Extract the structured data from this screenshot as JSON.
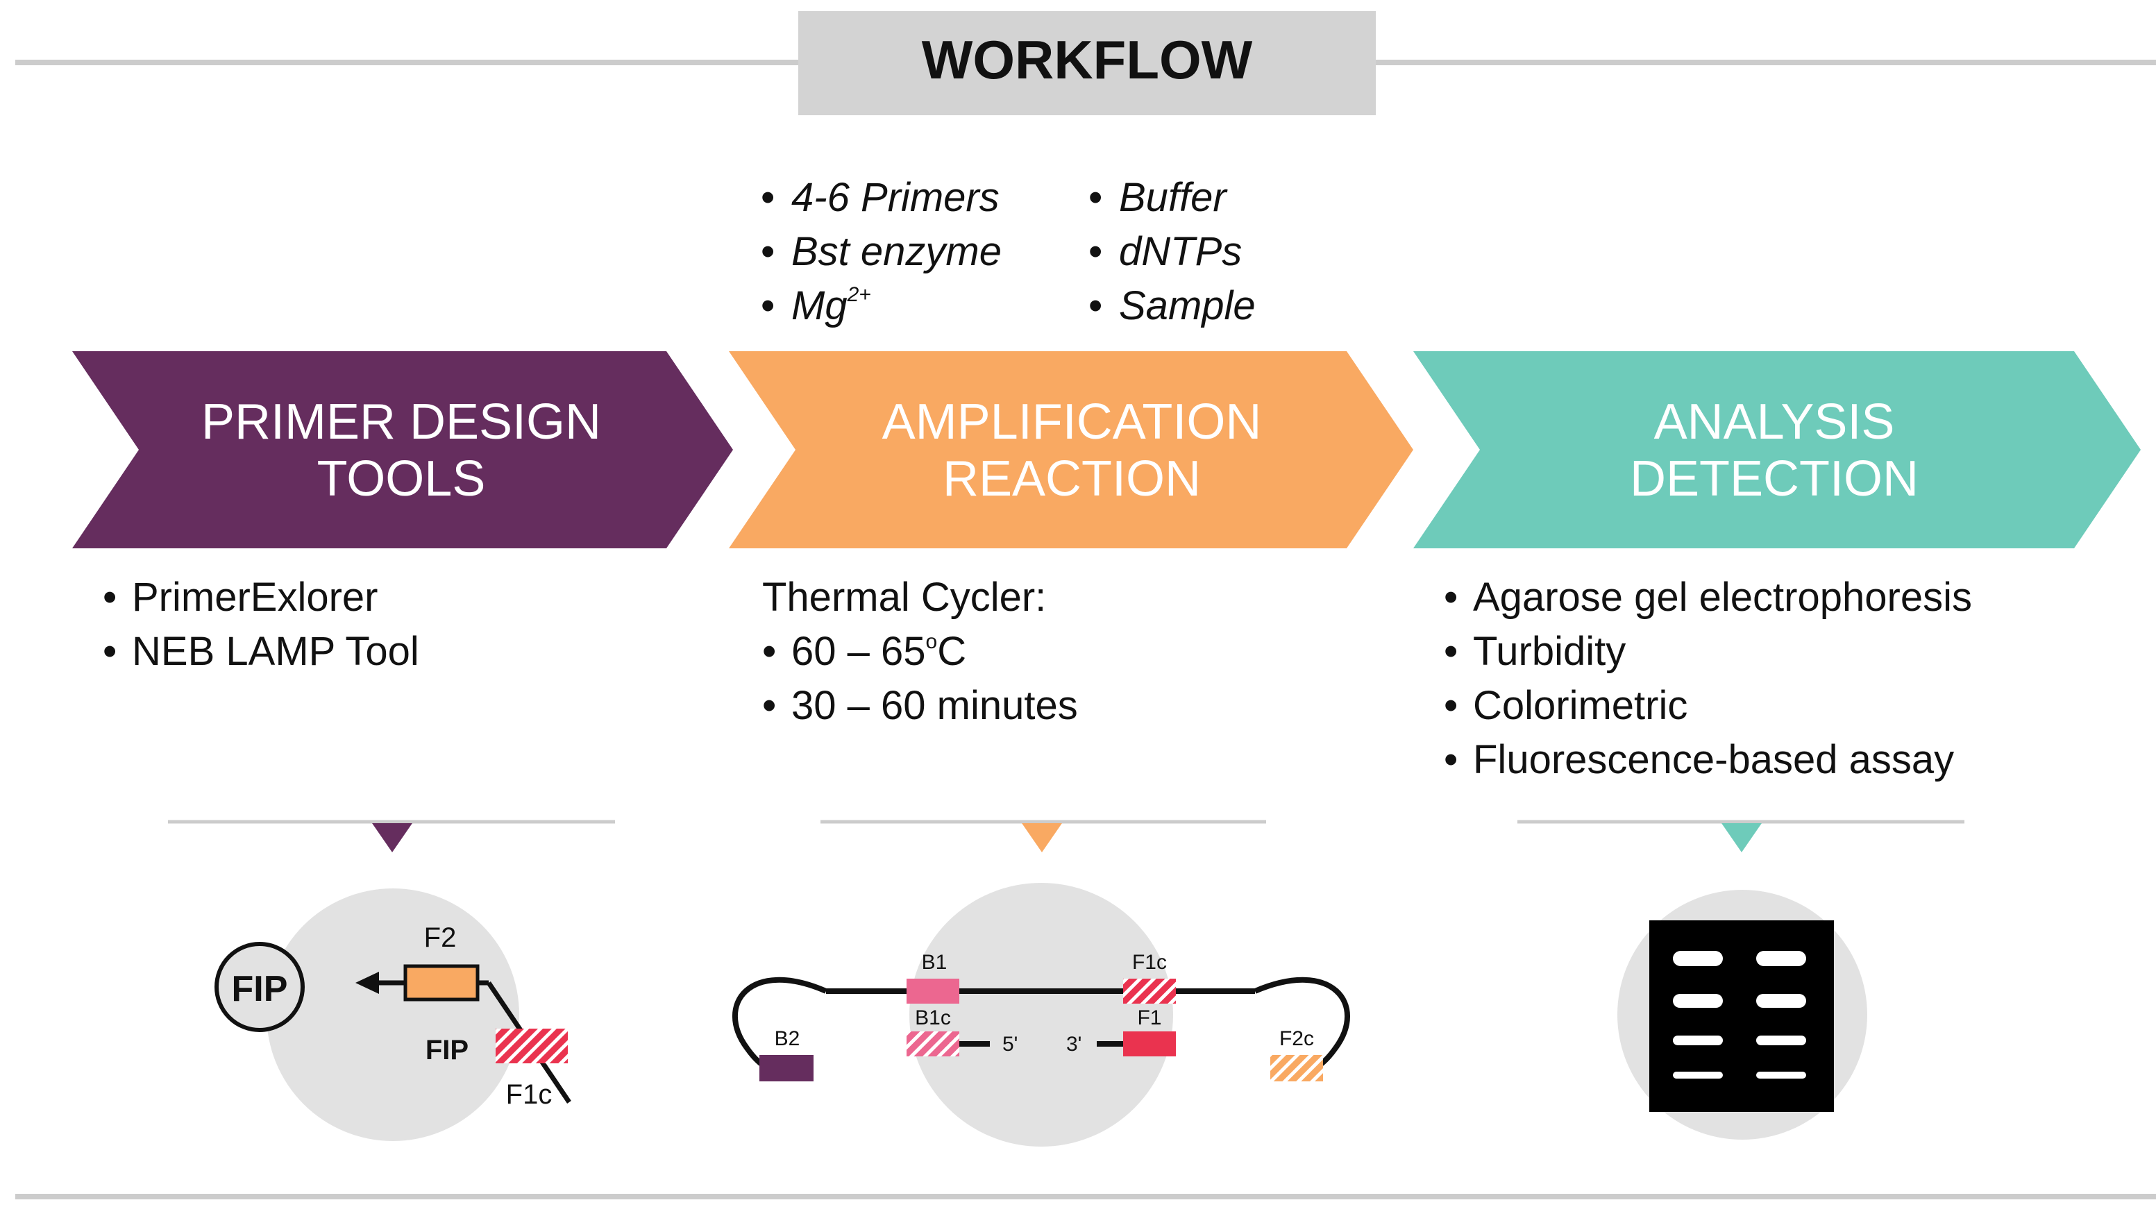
{
  "title": "WORKFLOW",
  "colors": {
    "purple": "#652d5e",
    "orange": "#f9a962",
    "teal": "#6ecbba",
    "grey_line": "#cccccc",
    "title_box": "#d3d3d3",
    "circle": "#e2e2e2",
    "pink": "#ec6790",
    "red": "#ea334f",
    "black": "#000000"
  },
  "reagents": {
    "left": [
      "4-6 Primers",
      "Bst enzyme",
      "Mg"
    ],
    "mg_superscript": "2+",
    "right": [
      "Buffer",
      "dNTPs",
      "Sample"
    ]
  },
  "steps": [
    {
      "line1": "PRIMER DESIGN",
      "line2": "TOOLS",
      "details": [
        "PrimerExlorer",
        "NEB LAMP Tool"
      ]
    },
    {
      "line1": "AMPLIFICATION",
      "line2": "REACTION",
      "heading": "Thermal Cycler:",
      "temp_prefix": "60 – 65",
      "temp_degree": "o",
      "temp_unit": "C",
      "time": "30 – 60 minutes"
    },
    {
      "line1": "ANALYSIS",
      "line2": "DETECTION",
      "details": [
        "Agarose gel electrophoresis",
        "Turbidity",
        "Colorimetric",
        "Fluorescence-based assay"
      ]
    }
  ],
  "bullet": "•",
  "primer_diagram": {
    "circle_label": "FIP",
    "f2": "F2",
    "fip": "FIP",
    "f1c": "F1c"
  },
  "lamp_diagram": {
    "b1": "B1",
    "f1c": "F1c",
    "b1c": "B1c",
    "f1": "F1",
    "b2": "B2",
    "f2c": "F2c",
    "five_prime": "5'",
    "three_prime": "3'"
  }
}
